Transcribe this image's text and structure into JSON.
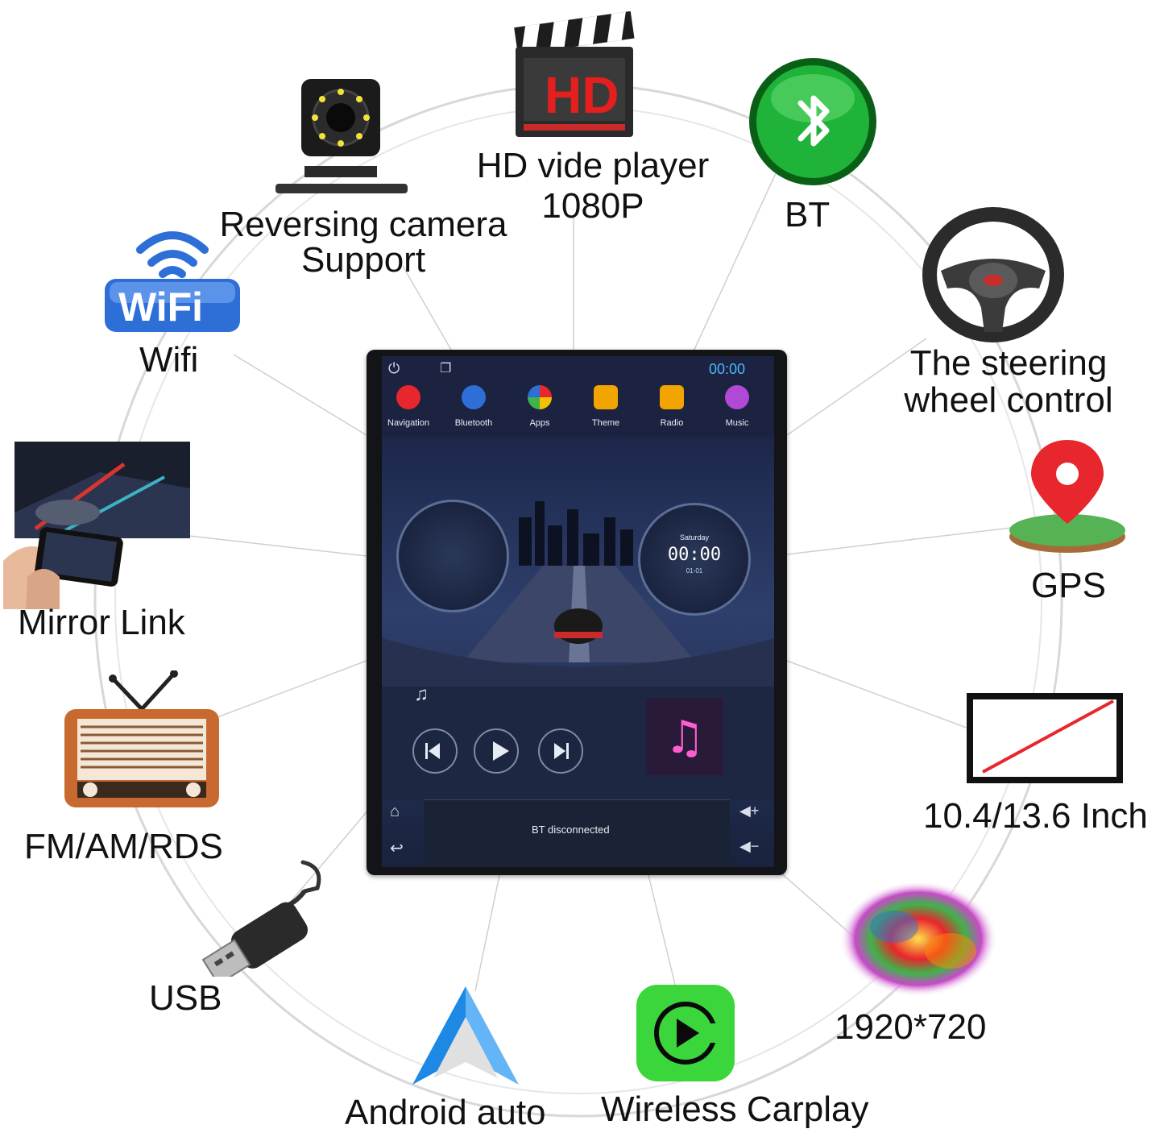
{
  "features": {
    "hd_player": [
      "HD vide player",
      "1080P"
    ],
    "bt": "BT",
    "reversing_camera": [
      "Reversing camera",
      "Support"
    ],
    "wifi": "Wifi",
    "wifi_badge": "WiFi",
    "hd_badge": "HD",
    "steering": [
      "The steering",
      "wheel control"
    ],
    "mirror_link": "Mirror Link",
    "gps": "GPS",
    "fm": "FM/AM/RDS",
    "size": "10.4/13.6 Inch",
    "usb": "USB",
    "resolution": "1920*720",
    "android_auto": "Android auto",
    "carplay": "Wireless Carplay"
  },
  "screen": {
    "time": "00:00",
    "apps": [
      "Navigation",
      "Bluetooth",
      "Apps",
      "Theme",
      "Radio",
      "Music"
    ],
    "clock_day": "Saturday",
    "clock_time": "00:00",
    "clock_date": "01-01",
    "bt_status": "BT disconnected"
  },
  "colors": {
    "ring": "#d6d6d6",
    "bt_green": "#1fb33a",
    "wifi_blue": "#2d6fd6",
    "gps_red": "#e8262d",
    "carplay_green": "#3bd63b",
    "android_blue": "#1e88e5",
    "status_time": "#4fb6ff"
  }
}
